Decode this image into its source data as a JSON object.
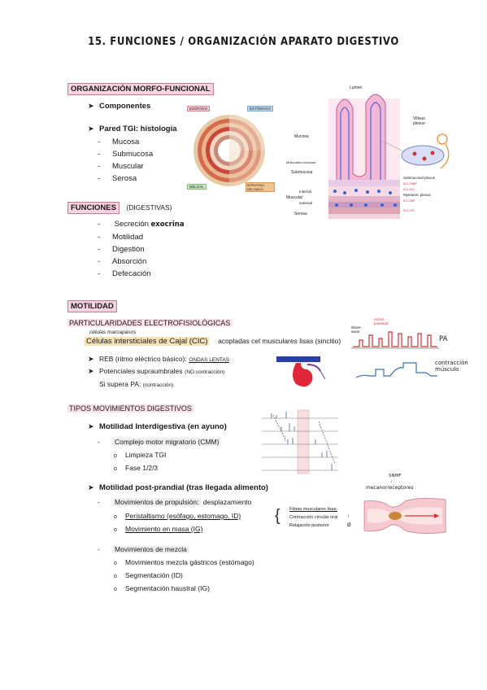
{
  "title": "15. FUNCIONES / ORGANIZACIÓN APARATO DIGESTIVO",
  "organizacion": {
    "heading": "ORGANIZACIÓN MORFO-FUNCIONAL",
    "componentes": "Componentes",
    "pared": "Pared TGI: histología",
    "capas": [
      "Mucosa",
      "Submucosa",
      "Muscular",
      "Serosa"
    ]
  },
  "funciones": {
    "heading": "FUNCIONES",
    "sub": "(DIGESTIVAS)",
    "items": [
      "Secreción",
      "Motilidad",
      "Digestión",
      "Absorción",
      "Defecación"
    ],
    "secrecion_note": "exocrina"
  },
  "fig_ring": {
    "labels": [
      "ESÓFAGO",
      "ESTÓMAGO",
      "DELGAL",
      "INTESTINO DELGADO"
    ]
  },
  "fig_villus": {
    "labels": [
      "Lumen",
      "Villous plexus",
      "Mucosa",
      "Muscularis mucosae",
      "Submucosa",
      "Internal",
      "Muscular",
      "external",
      "Serosa",
      "Submucosal plexus",
      "ICC-SMP",
      "ICC-IM",
      "Myenteric plexus",
      "ICC-MP",
      "ICC-SS"
    ]
  },
  "motilidad": {
    "heading": "MOTILIDAD",
    "electro_heading": "PARTICULARIDADES ELECTROFISIOLÓGICAS",
    "cic_note": "células marcapasos",
    "cic": "Células intersticiales de Cajal (CIC)",
    "cic_rest": "acopladas cel musculares lisas (sincitio)",
    "reb": "REB (ritmo eléctrico básico):",
    "reb_note": "ONDAS LENTAS",
    "potenciales": "Potenciales supraumbrales",
    "potenciales_note": "(NO contracción)",
    "si_supera": "Si supera PA:",
    "si_supera_note": "(contracción)",
    "pa_label": "PA",
    "contraccion_label": "contracción músculo",
    "trace_labels": [
      "Action potential",
      "Wave-wave"
    ]
  },
  "tipos": {
    "heading": "TIPOS MOVIMIENTOS DIGESTIVOS",
    "interdigestiva": "Motilidad Interdigestiva (en ayuno)",
    "cmm": "Complejo motor migratorio (CMM)",
    "cmm_items": [
      "Limpieza TGI",
      "Fase 1/2/3"
    ],
    "postprandial": "Motilidad post-prandial (tras llegada alimento)",
    "propulsion": "Movimientos de propulsión:",
    "propulsion_rest": "desplazamiento",
    "propulsion_items": [
      "Peristaltismo (esófago, estomago, ID)",
      "Movimiento en masa (IG)"
    ],
    "fibras_heading": "Fibras musculares lisas:",
    "fibras_items": [
      "Contracción circular oral",
      "Relajación posterior"
    ],
    "snmf": "SNMF",
    "mecano": "mecanorreceptores",
    "mezcla": "Movimientos de mezcla",
    "mezcla_items": [
      "Movimientos mezcla gástricos (estómago)",
      "Segmentación (ID)",
      "Segmentación haustral (IG)"
    ]
  }
}
